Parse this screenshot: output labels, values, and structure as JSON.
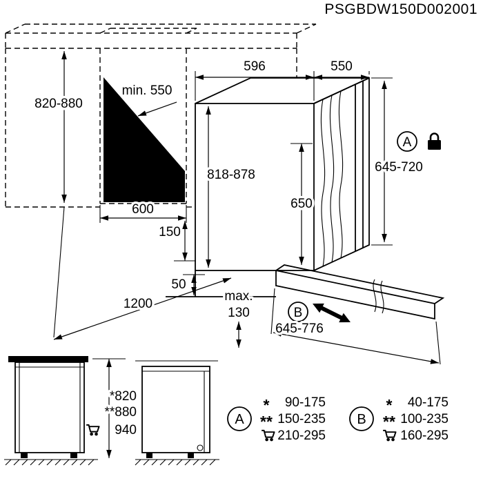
{
  "title": "PSGBDW150D002001",
  "colors": {
    "ink": "#000000",
    "paper": "#ffffff"
  },
  "diagram": {
    "niche": {
      "height": "820-880",
      "depth": "min. 550",
      "width": "600"
    },
    "appliance": {
      "width": "596",
      "depth": "550",
      "height": "818-878",
      "inner_height": "650",
      "side_panel_height": "645-720",
      "door_panel_height": "645-776"
    },
    "install": {
      "upper_offset": "150",
      "lower_offset": "50",
      "front_clearance": "1200",
      "plinth_label": "max.",
      "plinth_value": "130"
    },
    "marker_a": "A",
    "marker_b": "B"
  },
  "elevation": {
    "height_standard": "*820",
    "height_raised": "**880",
    "height_max": "940"
  },
  "legend": {
    "a": {
      "label": "A",
      "rows": [
        {
          "marker": "*",
          "value": "90-175"
        },
        {
          "marker": "**",
          "value": "150-235"
        },
        {
          "marker": "cart",
          "value": "210-295"
        }
      ]
    },
    "b": {
      "label": "B",
      "rows": [
        {
          "marker": "*",
          "value": "40-175"
        },
        {
          "marker": "**",
          "value": "100-235"
        },
        {
          "marker": "cart",
          "value": "160-295"
        }
      ]
    }
  },
  "icons": {
    "lock": "lock-icon",
    "cart": "cart-icon",
    "slide_adjust": "double-arrow-icon"
  }
}
